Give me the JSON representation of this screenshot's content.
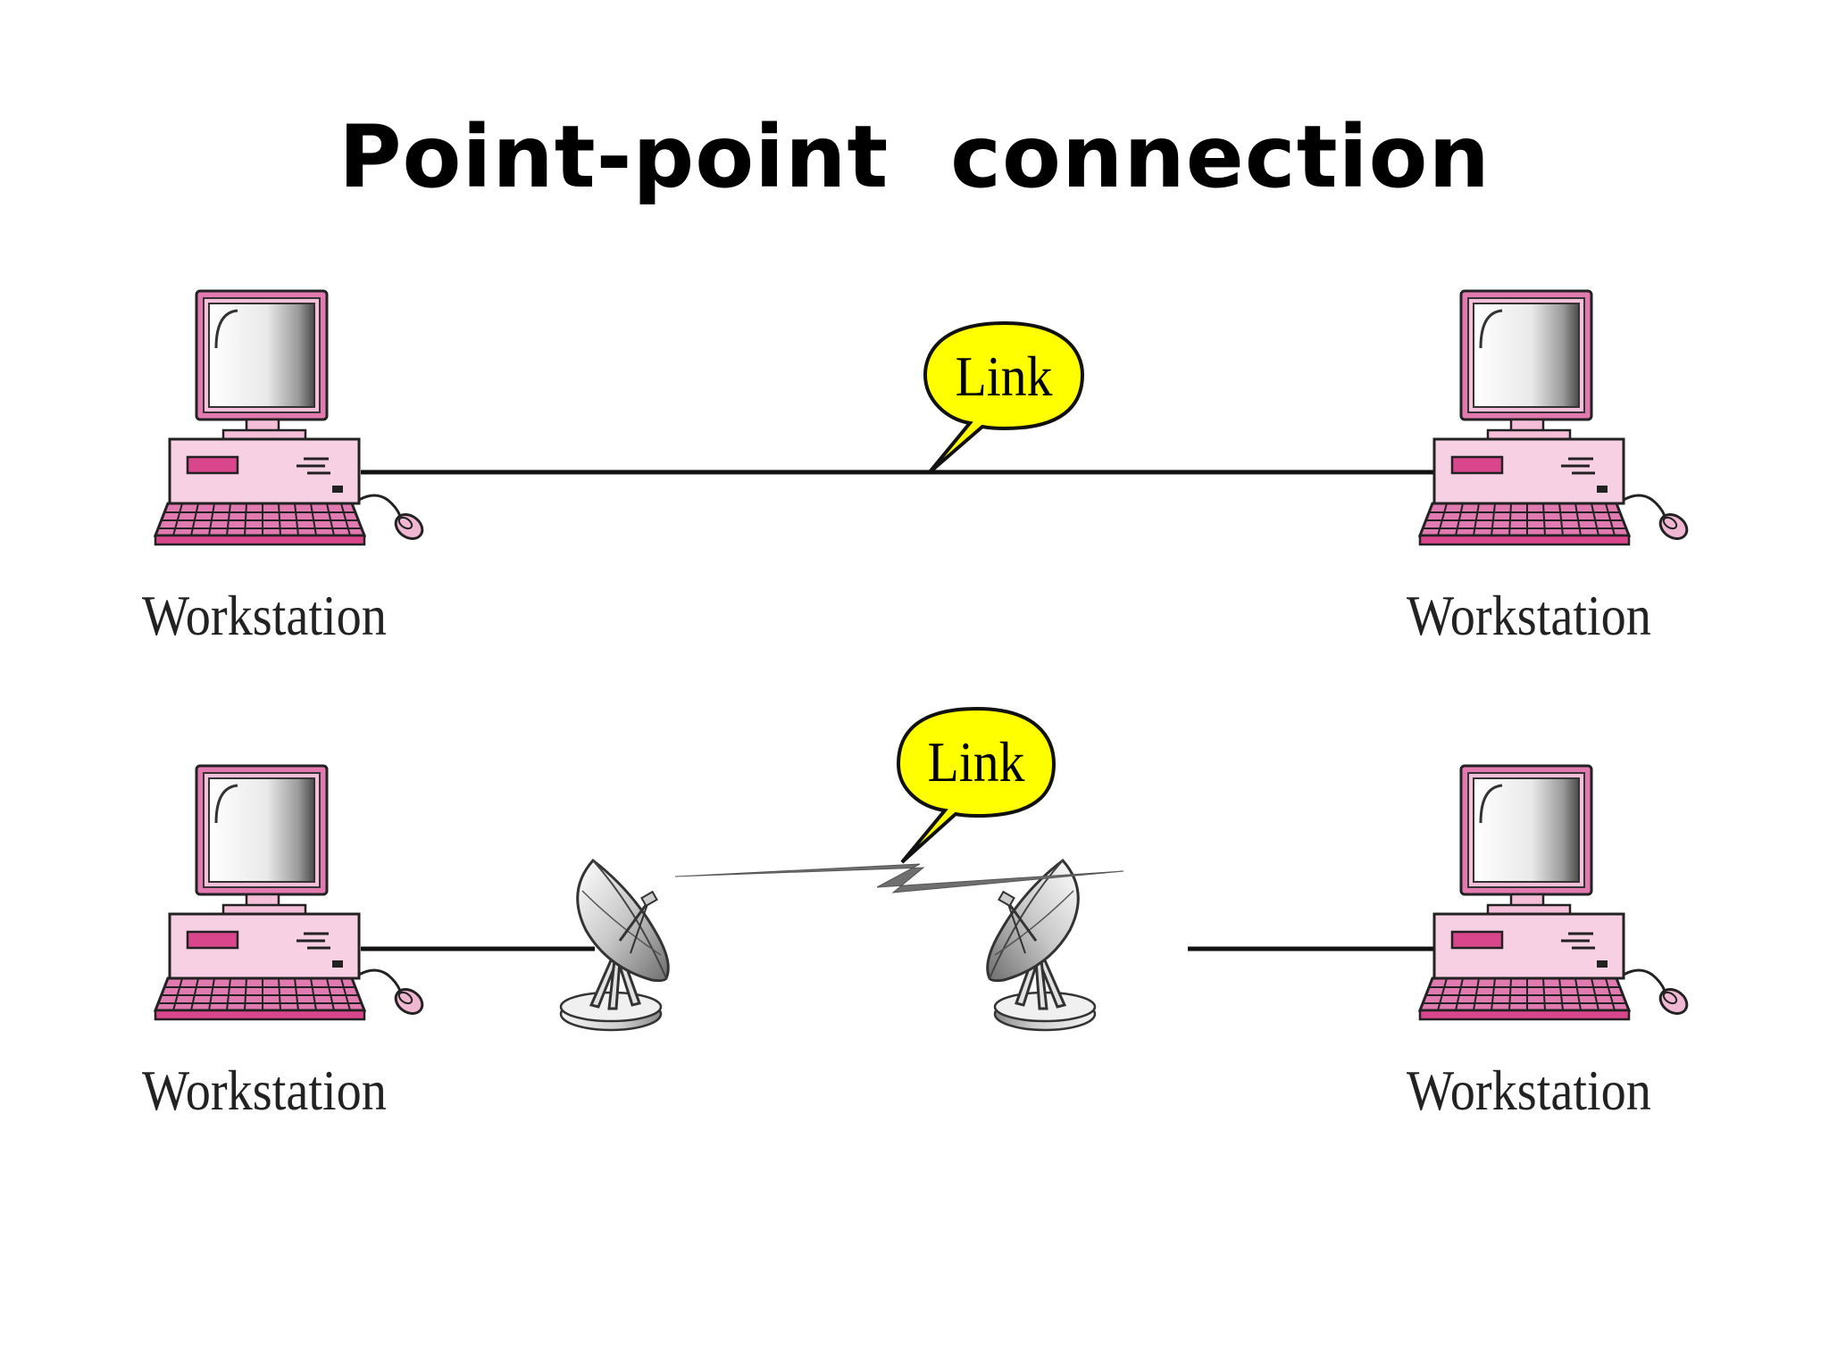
{
  "title": "Point-point  connection",
  "diagram": {
    "top": {
      "link_label": "Link",
      "left_node": {
        "label": "Workstation"
      },
      "right_node": {
        "label": "Workstation"
      }
    },
    "bottom": {
      "link_label": "Link",
      "left_node": {
        "label": "Workstation"
      },
      "right_node": {
        "label": "Workstation"
      }
    }
  },
  "colors": {
    "monitor_frame": "#d9468c",
    "computer_body": "#f7cfe2",
    "bubble_fill": "#ffff00",
    "line": "#111111"
  },
  "icons": [
    "workstation-icon",
    "satellite-dish-icon",
    "speech-bubble-icon"
  ]
}
